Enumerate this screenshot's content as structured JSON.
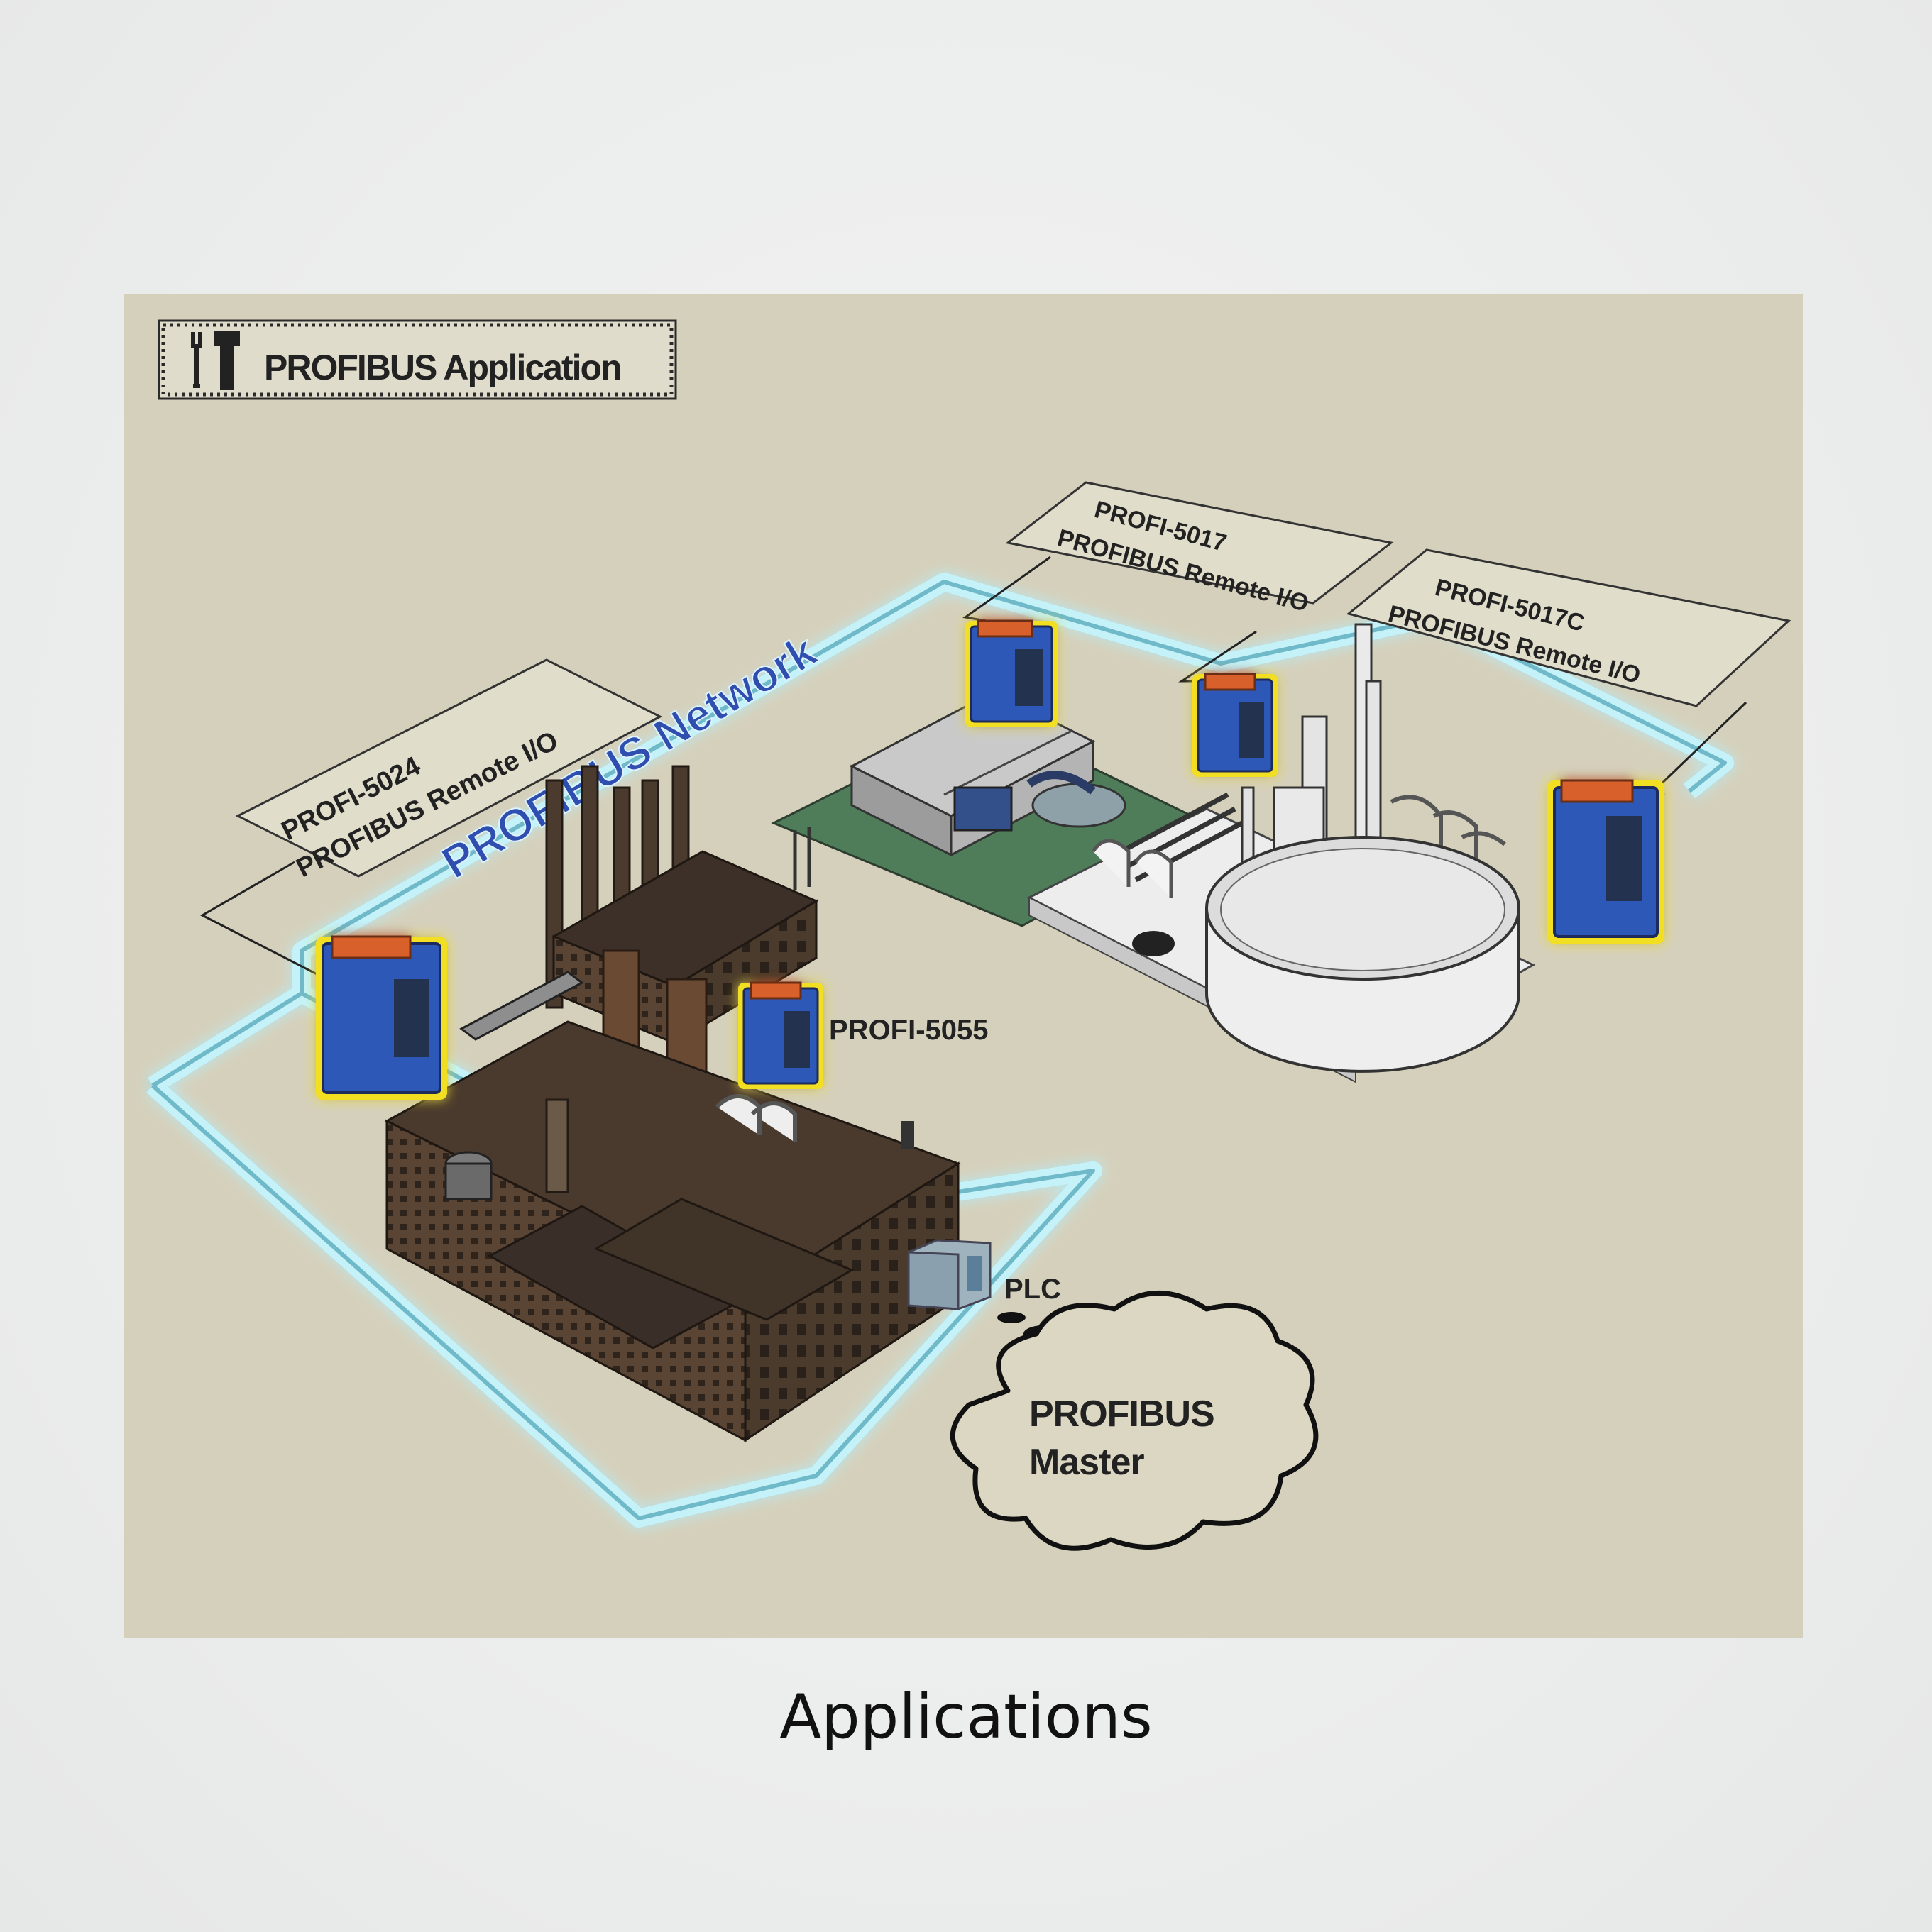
{
  "title_box": {
    "label": "PROFIBUS Application"
  },
  "network_label": "PROFIBUS Network",
  "callouts": [
    {
      "model": "PROFI-5024",
      "desc": "PROFIBUS Remote I/O"
    },
    {
      "model": "PROFI-5017",
      "desc": "PROFIBUS Remote I/O"
    },
    {
      "model": "PROFI-5017C",
      "desc": "PROFIBUS Remote I/O"
    }
  ],
  "module_5055_label": "PROFI-5055",
  "plc_label": "PLC",
  "master_cloud": {
    "line1": "PROFIBUS",
    "line2": "Master"
  },
  "caption": "Applications",
  "colors": {
    "panel_bg": "#d5d0bb",
    "network_glow": "#b6eef6",
    "network_line": "#6fb9c9",
    "network_text": "#2f4fb0",
    "module_body": "#2f58b8",
    "module_top": "#d8602a",
    "module_glow": "#f2df20"
  }
}
